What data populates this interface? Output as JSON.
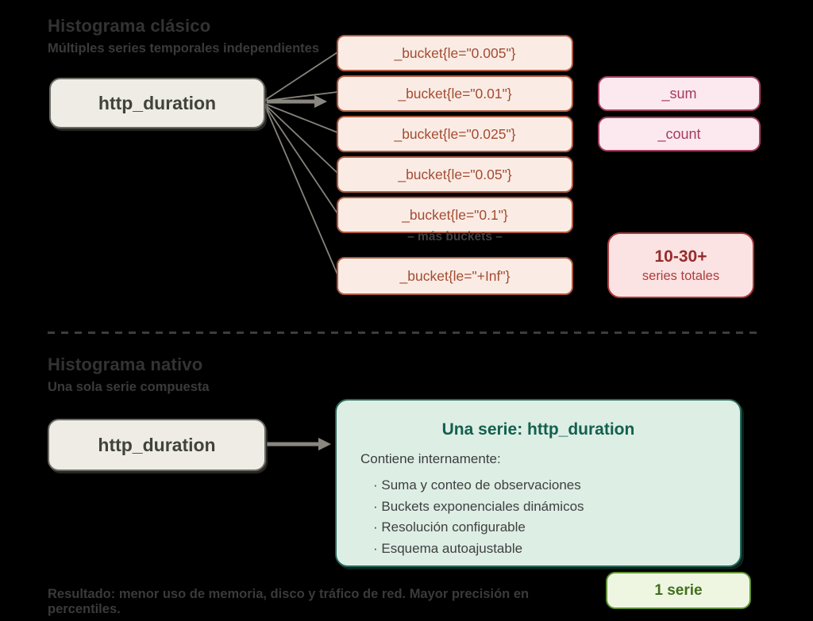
{
  "colors": {
    "background": "#000000",
    "bucket_border": "#b05a40",
    "bucket_bg": "#faece5",
    "aggregate_border": "#a63f5e",
    "totals_border": "#aa3939",
    "metric_bg": "#eeece4",
    "native_box_border": "#27695a",
    "native_box_bg": "#ddeee5",
    "badge_border": "#5e8f33",
    "wire_gray": "#85827a"
  },
  "classic": {
    "title": "Histograma clásico",
    "subtitle": "Múltiples series temporales independientes",
    "metric_label": "http_duration",
    "buckets": [
      "_bucket{le=\"0.005\"}",
      "_bucket{le=\"0.01\"}",
      "_bucket{le=\"0.025\"}",
      "_bucket{le=\"0.05\"}",
      "_bucket{le=\"0.1\"}",
      "_bucket{le=\"+Inf\"}"
    ],
    "more_buckets_label": "– más buckets –",
    "aggregates": [
      "_sum",
      "_count"
    ],
    "totals": {
      "value": "10-30+",
      "label": "series totales"
    }
  },
  "native": {
    "title": "Histograma nativo",
    "subtitle": "Una sola serie compuesta",
    "metric_label": "http_duration",
    "series_box": {
      "title": "Una serie: http_duration",
      "intro": "Contiene internamente:",
      "items": [
        "· Suma y conteo de observaciones",
        "· Buckets exponenciales dinámicos",
        "· Resolución configurable",
        "· Esquema autoajustable"
      ]
    },
    "badge": "1 serie"
  },
  "footer": "Resultado: menor uso de memoria, disco y tráfico de red. Mayor precisión en percentiles."
}
